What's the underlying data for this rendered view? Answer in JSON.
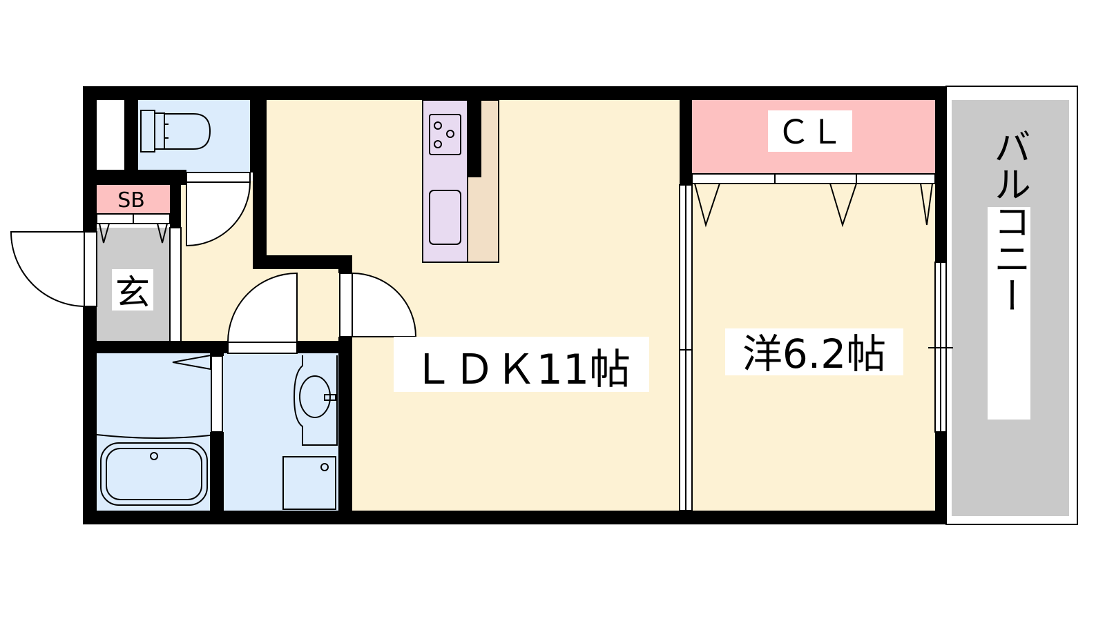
{
  "labels": {
    "ldk": "ＬＤＫ11帖",
    "western_room": "洋6.2帖",
    "closet": "ＣＬ",
    "balcony": "バルコニー",
    "entrance": "玄",
    "shoe_box": "SB"
  },
  "colors": {
    "wall": "#000000",
    "living_floor": "#fdf2d4",
    "water_area": "#dcecfc",
    "closet": "#fdc1c1",
    "kitchen_counter": "#e8dbf1",
    "kitchen_side": "#f2dfc6",
    "entrance_floor": "#cccccc",
    "balcony_floor": "#c9c9c9",
    "fixture_line": "#000000"
  }
}
